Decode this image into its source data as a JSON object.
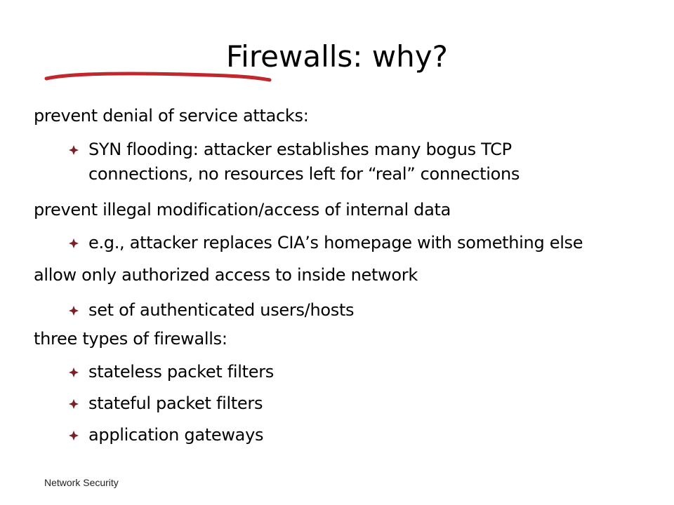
{
  "slide": {
    "title": "Firewalls: why?",
    "footer": "Network Security",
    "underline_color": "#c0282d",
    "bullet_color": "#7a1f23",
    "items": [
      {
        "kind": "point",
        "text": "prevent denial of service attacks:"
      },
      {
        "kind": "sub",
        "lines": [
          "SYN flooding: attacker establishes many bogus TCP",
          "connections, no resources left for “real” connections"
        ]
      },
      {
        "kind": "point",
        "text": "prevent illegal modification/access of internal data"
      },
      {
        "kind": "sub",
        "lines": [
          "e.g., attacker replaces CIA’s homepage with something else"
        ]
      },
      {
        "kind": "point",
        "text": "allow only authorized access to inside network"
      },
      {
        "kind": "sub",
        "lines": [
          " set of authenticated users/hosts"
        ]
      },
      {
        "kind": "point",
        "text": "three types of firewalls:"
      },
      {
        "kind": "sub",
        "lines": [
          "stateless packet filters"
        ]
      },
      {
        "kind": "sub",
        "lines": [
          "stateful packet filters"
        ]
      },
      {
        "kind": "sub",
        "lines": [
          "application gateways"
        ]
      }
    ]
  }
}
